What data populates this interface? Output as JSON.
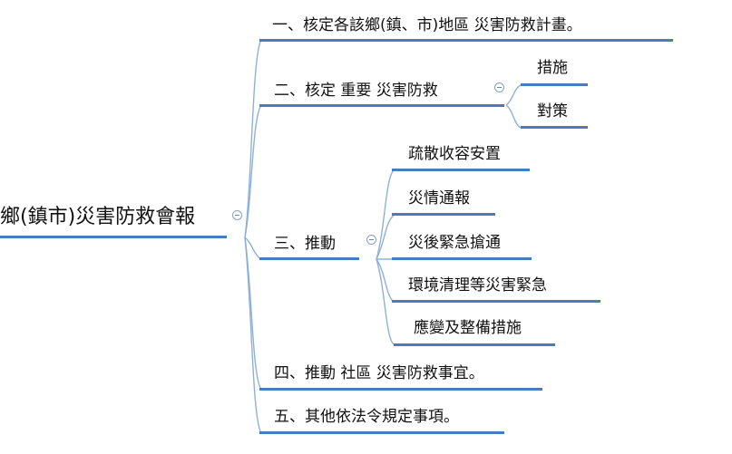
{
  "root": {
    "label": "鄉(鎮市)災害防救會報"
  },
  "branches": [
    {
      "label": "一、核定各該鄉(鎮、市)地區  災害防救計畫。",
      "children": []
    },
    {
      "label": "二、核定  重要  災害防救",
      "children": [
        "措施",
        "對策"
      ]
    },
    {
      "label": "三、推動",
      "children": [
        "疏散收容安置",
        "災情通報",
        "災後緊急搶通",
        "環境清理等災害緊急",
        "應變及整備措施"
      ]
    },
    {
      "label": "四、推動  社區  災害防救事宜。",
      "children": []
    },
    {
      "label": "五、其他依法令規定事項。",
      "children": []
    }
  ],
  "colors": {
    "line": "#4a7bbf",
    "connector": "#8fb0d8",
    "text": "#111111"
  },
  "icons": {
    "collapse": "collapse-minus-icon"
  }
}
